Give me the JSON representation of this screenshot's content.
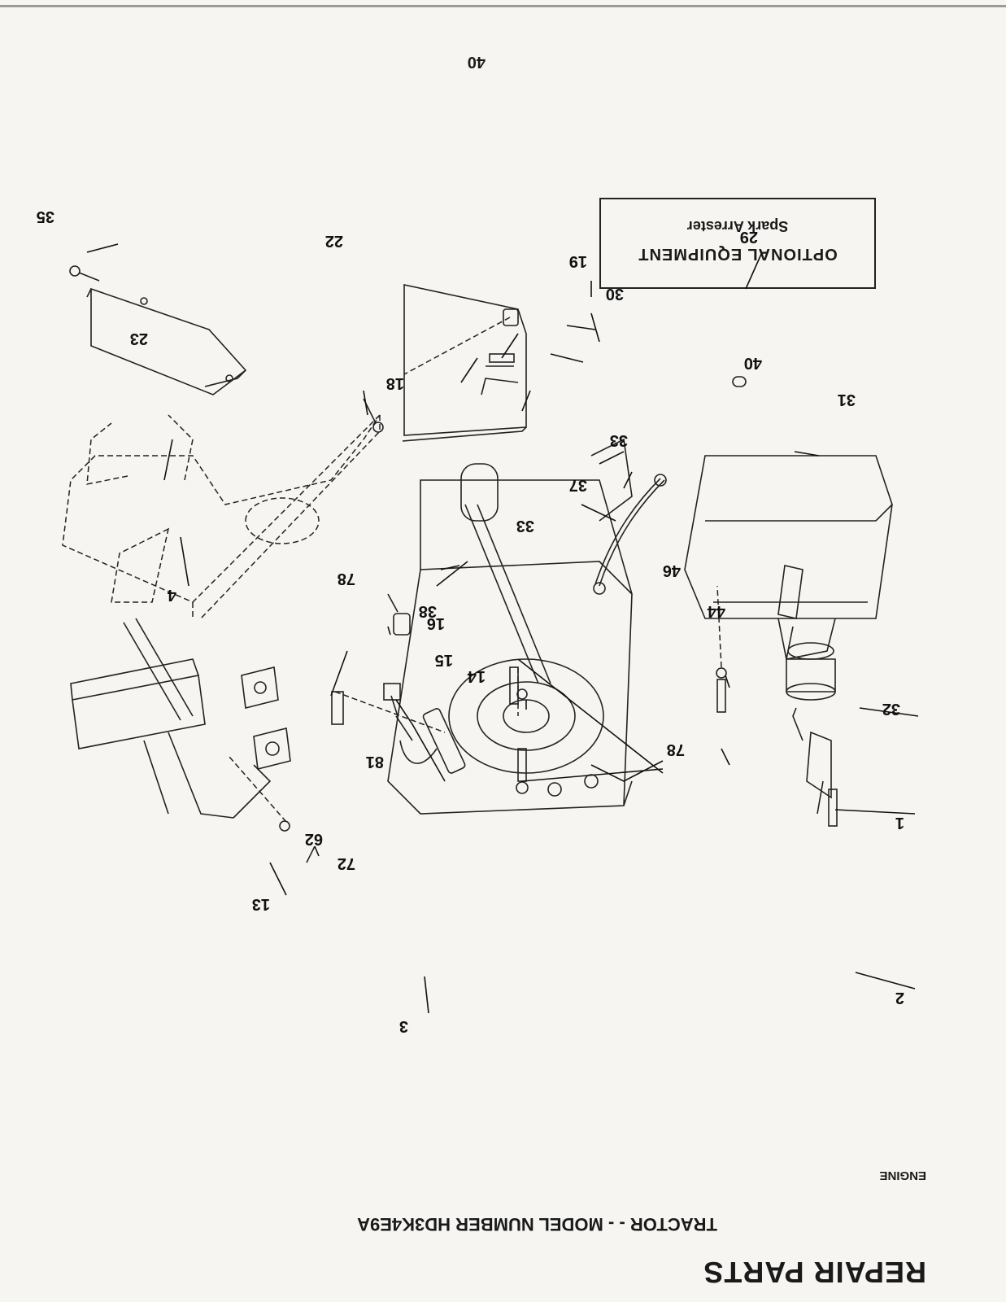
{
  "header": {
    "title": "REPAIR PARTS",
    "subtitle": "TRACTOR - - MODEL NUMBER HD3K4E9A",
    "section": "ENGINE",
    "page_number": "40"
  },
  "optional_box": {
    "title": "OPTIONAL EQUIPMENT",
    "subtitle": "Spark Arrester"
  },
  "callouts": {
    "c1": "1",
    "c2": "2",
    "c3": "3",
    "c4": "4",
    "c13": "13",
    "c14": "14",
    "c15": "15",
    "c16": "16",
    "c18": "18",
    "c19": "19",
    "c22": "22",
    "c23": "23",
    "c29": "29",
    "c30": "30",
    "c31": "31",
    "c32": "32",
    "c33a": "33",
    "c33b": "33",
    "c35": "35",
    "c37": "37",
    "c38": "38",
    "c40": "40",
    "c44": "44",
    "c46": "46",
    "c62": "62",
    "c72": "72",
    "c78a": "78",
    "c78b": "78",
    "c81": "81"
  }
}
